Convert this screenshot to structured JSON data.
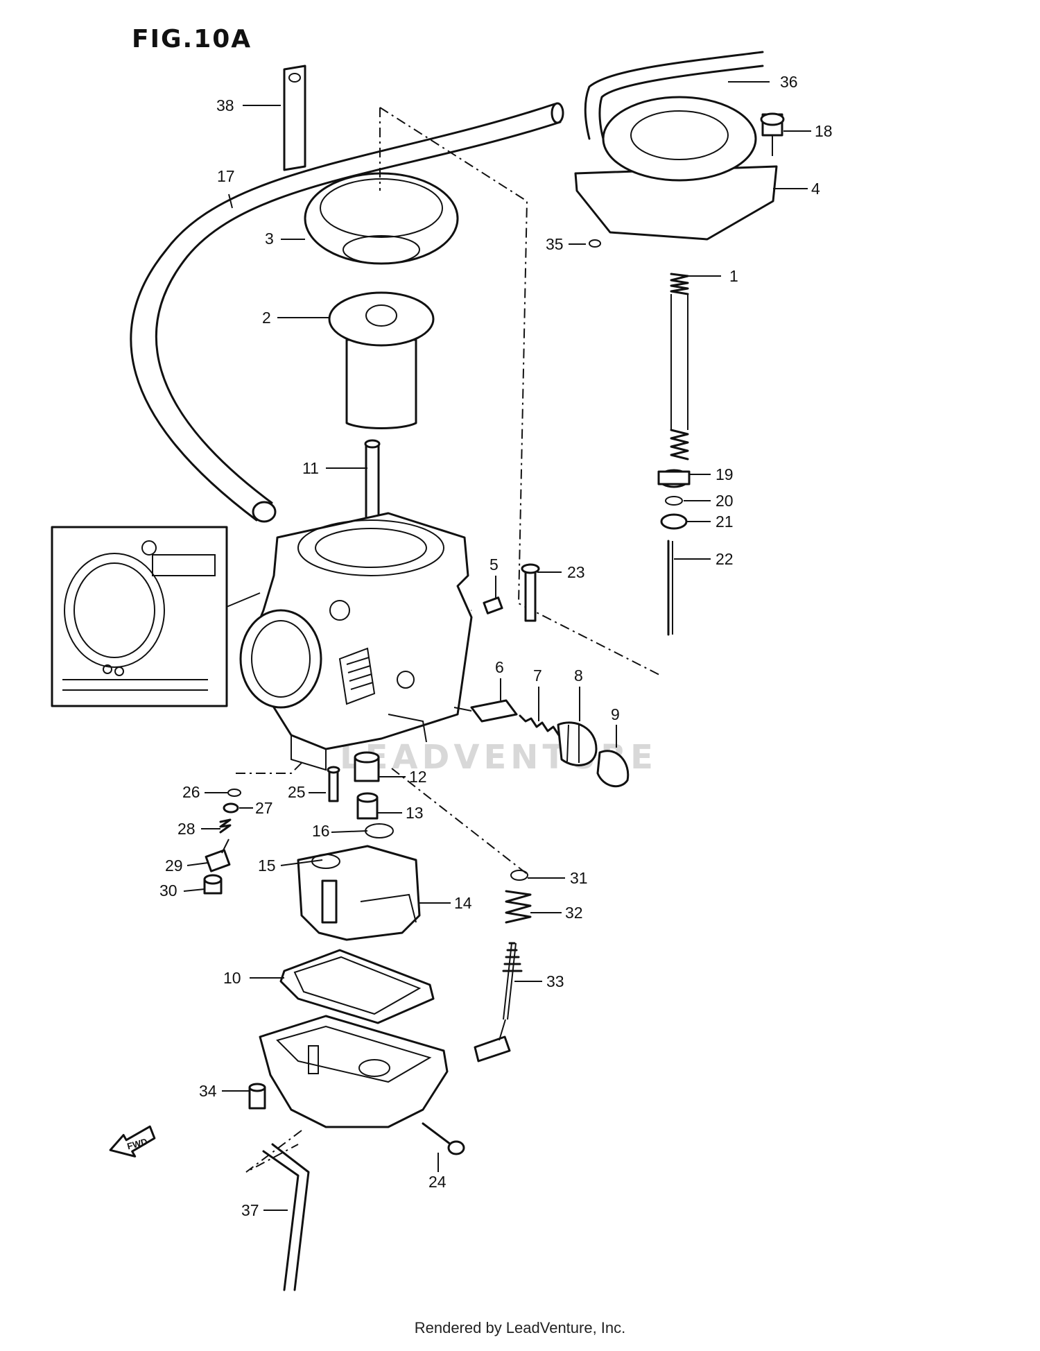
{
  "figure": {
    "title": "FIG.10A"
  },
  "watermark": "LEADVENTURE",
  "footer": "Rendered by LeadVenture, Inc.",
  "callouts": [
    {
      "id": "1",
      "label": "1"
    },
    {
      "id": "2",
      "label": "2"
    },
    {
      "id": "3",
      "label": "3"
    },
    {
      "id": "4",
      "label": "4"
    },
    {
      "id": "5",
      "label": "5"
    },
    {
      "id": "6",
      "label": "6"
    },
    {
      "id": "7",
      "label": "7"
    },
    {
      "id": "8",
      "label": "8"
    },
    {
      "id": "9",
      "label": "9"
    },
    {
      "id": "10",
      "label": "10"
    },
    {
      "id": "11",
      "label": "11"
    },
    {
      "id": "12",
      "label": "12"
    },
    {
      "id": "13",
      "label": "13"
    },
    {
      "id": "14",
      "label": "14"
    },
    {
      "id": "15",
      "label": "15"
    },
    {
      "id": "16",
      "label": "16"
    },
    {
      "id": "17",
      "label": "17"
    },
    {
      "id": "18",
      "label": "18"
    },
    {
      "id": "19",
      "label": "19"
    },
    {
      "id": "20",
      "label": "20"
    },
    {
      "id": "21",
      "label": "21"
    },
    {
      "id": "22",
      "label": "22"
    },
    {
      "id": "23",
      "label": "23"
    },
    {
      "id": "24",
      "label": "24"
    },
    {
      "id": "25",
      "label": "25"
    },
    {
      "id": "26",
      "label": "26"
    },
    {
      "id": "27",
      "label": "27"
    },
    {
      "id": "28",
      "label": "28"
    },
    {
      "id": "29",
      "label": "29"
    },
    {
      "id": "30",
      "label": "30"
    },
    {
      "id": "31",
      "label": "31"
    },
    {
      "id": "32",
      "label": "32"
    },
    {
      "id": "33",
      "label": "33"
    },
    {
      "id": "34",
      "label": "34"
    },
    {
      "id": "35",
      "label": "35"
    },
    {
      "id": "36",
      "label": "36"
    },
    {
      "id": "37",
      "label": "37"
    },
    {
      "id": "38",
      "label": "38"
    }
  ],
  "direction_arrow": "FWD"
}
